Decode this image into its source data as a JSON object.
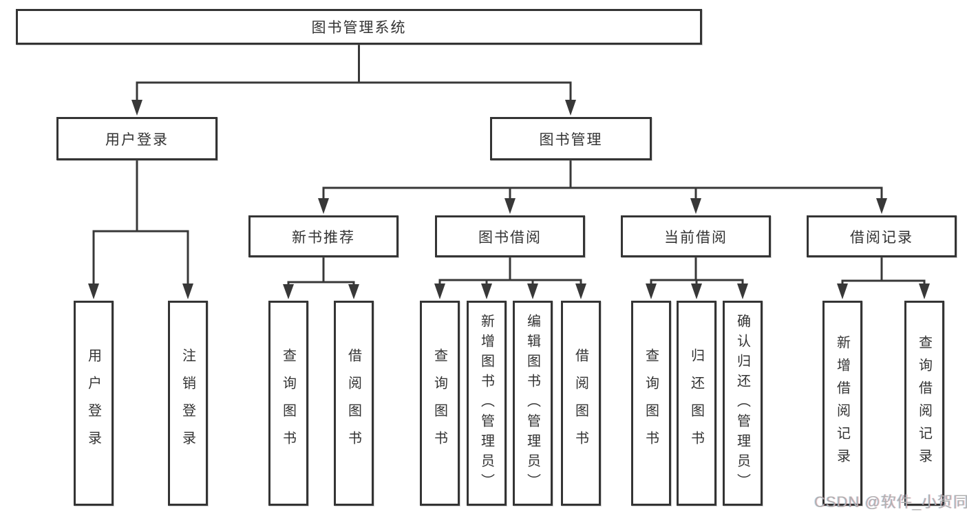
{
  "tree": {
    "label": "图书管理系统",
    "children": [
      {
        "label": "用户登录",
        "children": [
          {
            "label": "用户登录"
          },
          {
            "label": "注销登录"
          }
        ]
      },
      {
        "label": "图书管理",
        "children": [
          {
            "label": "新书推荐",
            "children": [
              {
                "label": "查询图书"
              },
              {
                "label": "借阅图书"
              }
            ]
          },
          {
            "label": "图书借阅",
            "children": [
              {
                "label": "查询图书"
              },
              {
                "label": "新增图书（管理员）"
              },
              {
                "label": "编辑图书（管理员）"
              },
              {
                "label": "借阅图书"
              }
            ]
          },
          {
            "label": "当前借阅",
            "children": [
              {
                "label": "查询图书"
              },
              {
                "label": "归还图书"
              },
              {
                "label": "确认归还（管理员）"
              }
            ]
          },
          {
            "label": "借阅记录",
            "children": [
              {
                "label": "新增借阅记录"
              },
              {
                "label": "查询借阅记录"
              }
            ]
          }
        ]
      }
    ]
  },
  "watermark": "CSDN @软件_小贺同学",
  "colors": {
    "line": "#383838",
    "border": "#343434",
    "text": "#333333",
    "watermark": "#b0b0b0",
    "background": "#ffffff"
  }
}
